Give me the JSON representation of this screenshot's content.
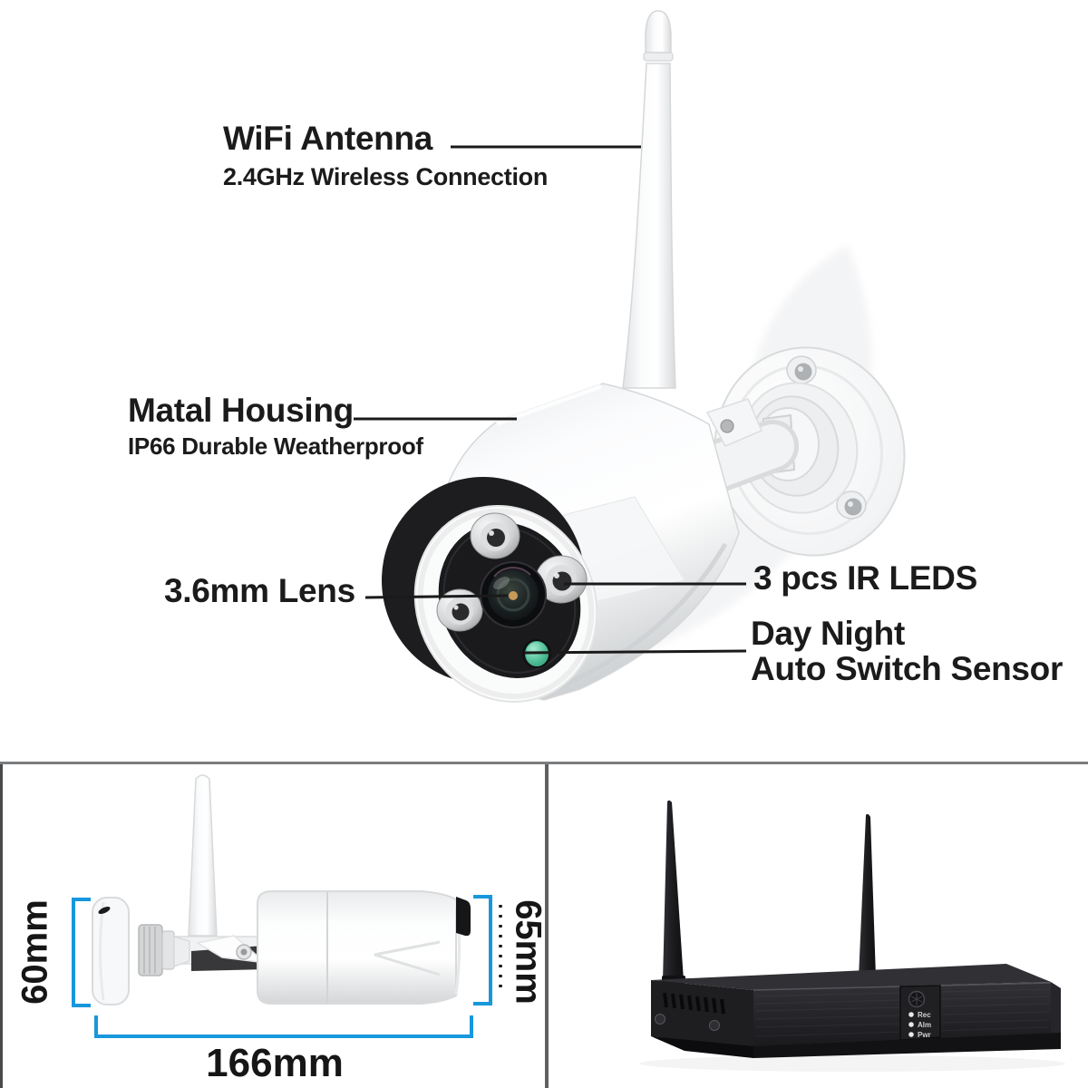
{
  "camera_diagram": {
    "callouts": {
      "antenna": {
        "title": "WiFi Antenna",
        "subtitle": "2.4GHz Wireless Connection"
      },
      "housing": {
        "title": "Matal Housing",
        "subtitle": "IP66 Durable Weatherproof"
      },
      "lens": {
        "title": "3.6mm Lens"
      },
      "ir_leds": {
        "title": "3 pcs IR LEDS"
      },
      "day_night": {
        "line1": "Day Night",
        "line2": "Auto Switch Sensor"
      }
    }
  },
  "dimension_view": {
    "height_mount": "60mm",
    "height_body": "65mm",
    "length": "166mm"
  },
  "nvr_view": {
    "led_labels": [
      "Rec",
      "Alm",
      "Pwr"
    ]
  },
  "colors": {
    "dimension_blue": "#1897dc",
    "callout_line": "#1a1a1a",
    "sensor_green": "#43b389",
    "text_black": "#161616"
  }
}
